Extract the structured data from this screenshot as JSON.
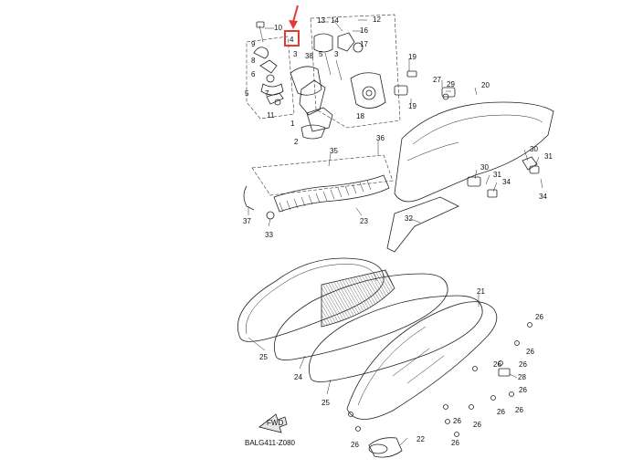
{
  "diagram": {
    "code": "BALG411-Z080",
    "fwd_text": "FWD",
    "highlight_label": "4",
    "highlight_color": "#e53935",
    "labels": {
      "p1": "1",
      "p2": "2",
      "p3": "3",
      "p4": "4",
      "p5": "5",
      "p6": "6",
      "p7": "7",
      "p8": "8",
      "p9": "9",
      "p10": "10",
      "p11": "11",
      "p12": "12",
      "p13": "13",
      "p14": "14",
      "p16": "16",
      "p17": "17",
      "p18": "18",
      "p19a": "19",
      "p19b": "19",
      "p20": "20",
      "p21": "21",
      "p22": "22",
      "p23": "23",
      "p24": "24",
      "p25a": "25",
      "p25b": "25",
      "p26a": "26",
      "p26b": "26",
      "p26c": "26",
      "p26d": "26",
      "p26e": "26",
      "p26f": "26",
      "p26g": "26",
      "p26h": "26",
      "p26i": "26",
      "p26j": "26",
      "p26k": "26",
      "p27": "27",
      "p28": "28",
      "p29": "29",
      "p30a": "30",
      "p30b": "30",
      "p31a": "31",
      "p31b": "31",
      "p32": "32",
      "p33": "33",
      "p34a": "34",
      "p34b": "34",
      "p35": "35",
      "p36": "36",
      "p37": "37",
      "p38": "38",
      "p15": "5"
    }
  }
}
